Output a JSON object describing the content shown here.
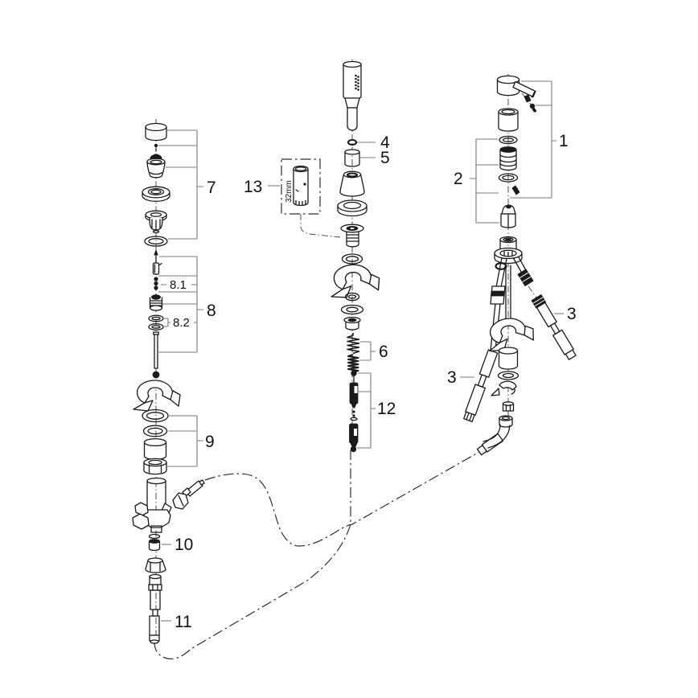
{
  "diagram": {
    "kind": "exploded-parts-diagram",
    "colors": {
      "background": "#ffffff",
      "ink": "#1a1a1a",
      "leader": "#7a7a7a"
    },
    "callouts": {
      "n1": "1",
      "n2": "2",
      "n3_right": "3",
      "n3_left": "3",
      "n4": "4",
      "n5": "5",
      "n6": "6",
      "n7": "7",
      "n8": "8",
      "n8_1": "8.1",
      "n8_2": "8.2",
      "n9": "9",
      "n10": "10",
      "n11": "11",
      "n12": "12",
      "n13": "13"
    },
    "dimensions": {
      "item13_diameter": "32mm"
    }
  }
}
